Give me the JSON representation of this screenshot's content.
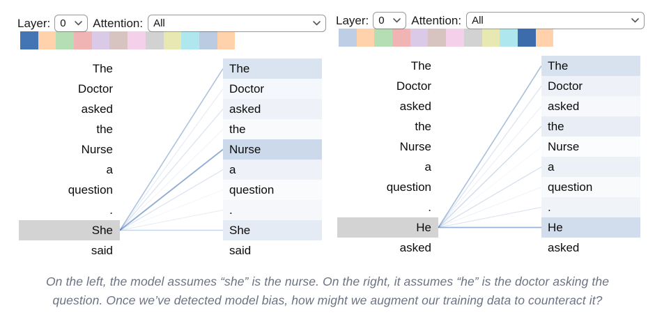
{
  "palette": {
    "head_colors": [
      "#4374b4",
      "#ff7f0e",
      "#2ca02c",
      "#d62728",
      "#9467bd",
      "#8c564b",
      "#e377c2",
      "#7f7f7f",
      "#bcbd22",
      "#17becf",
      "#3d6cac",
      "#ff7f0e"
    ],
    "faded_opacity": 0.35,
    "attention_color": "#4674b4",
    "selected_token_bg": "#d3d3d3",
    "caption_color": "#6b7383"
  },
  "panels": [
    {
      "side": "left",
      "layer_label": "Layer:",
      "layer_value": "0",
      "attention_label": "Attention:",
      "attention_value": "All",
      "num_heads": 12,
      "selected_head_index": 0,
      "tokens": [
        "The",
        "Doctor",
        "asked",
        "the",
        "Nurse",
        "a",
        "question",
        ".",
        "She",
        "said"
      ],
      "selected_token": "She",
      "selected_token_index": 8,
      "attention_from_selected": [
        0.4,
        0.12,
        0.18,
        0.08,
        0.55,
        0.18,
        0.06,
        0.11,
        0.28,
        0
      ]
    },
    {
      "side": "right",
      "layer_label": "Layer:",
      "layer_value": "0",
      "attention_label": "Attention:",
      "attention_value": "All",
      "num_heads": 12,
      "selected_head_index": 10,
      "tokens": [
        "The",
        "Doctor",
        "asked",
        "the",
        "Nurse",
        "a",
        "question",
        ".",
        "He",
        "asked"
      ],
      "selected_token": "He",
      "selected_token_index": 8,
      "attention_from_selected": [
        0.42,
        0.18,
        0.1,
        0.24,
        0.05,
        0.2,
        0.08,
        0.16,
        0.5,
        0
      ]
    }
  ],
  "caption": {
    "lines": [
      "On the left, the model assumes “she” is the nurse. On the right, it assumes “he” is the doctor asking the",
      "question. Once we’ve detected model bias, how might we augment our training data to counteract it?"
    ]
  }
}
